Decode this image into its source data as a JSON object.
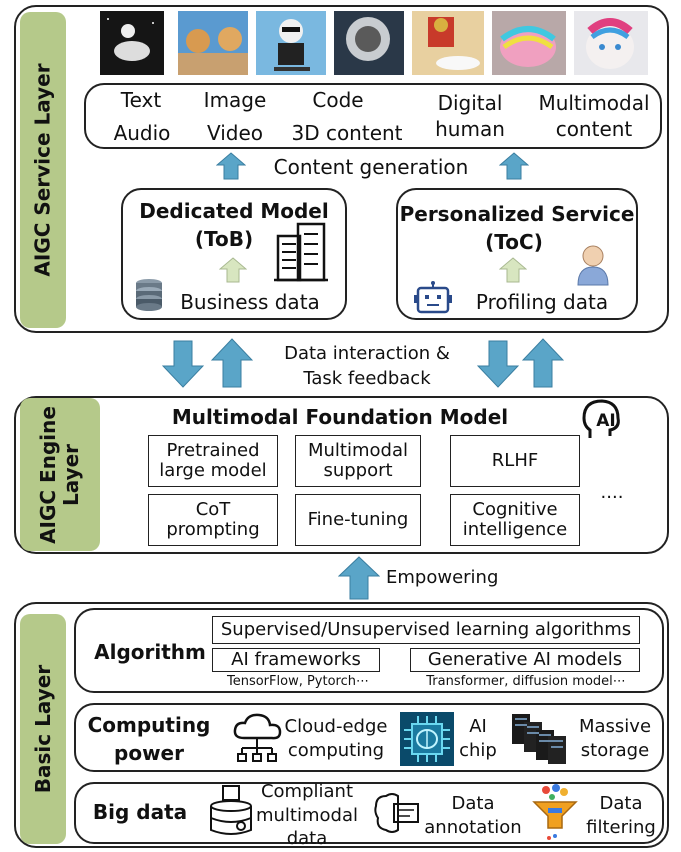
{
  "service_layer": {
    "label": "AIGC Service Layer",
    "content_types": {
      "text": "Text",
      "image": "Image",
      "code": "Code",
      "digital_human_1": "Digital",
      "digital_human_2": "human",
      "multimodal_1": "Multimodal",
      "multimodal_2": "content",
      "audio": "Audio",
      "video": "Video",
      "3d": "3D content"
    },
    "content_generation": "Content generation",
    "dedicated": {
      "title_1": "Dedicated Model",
      "title_2": "(ToB)",
      "data": "Business data"
    },
    "personalized": {
      "title_1": "Personalized Service",
      "title_2": "(ToC)",
      "data": "Profiling data"
    },
    "thumb_colors": [
      "#1a1a1a",
      "#4a8ac8",
      "#6aa8d8",
      "#5a6a7a",
      "#b84a2a",
      "#d88aa8",
      "#e0b0c0"
    ]
  },
  "interaction": {
    "line_1": "Data interaction &",
    "line_2": "Task feedback"
  },
  "engine_layer": {
    "label_1": "AIGC Engine",
    "label_2": "Layer",
    "title": "Multimodal Foundation Model",
    "ai_icon_text": "AI",
    "boxes": {
      "pretrained_1": "Pretrained",
      "pretrained_2": "large model",
      "multimodal_1": "Multimodal",
      "multimodal_2": "support",
      "rlhf": "RLHF",
      "cot_1": "CoT",
      "cot_2": "prompting",
      "finetune": "Fine-tuning",
      "cognitive_1": "Cognitive",
      "cognitive_2": "intelligence",
      "ellipsis": "...."
    }
  },
  "empowering": "Empowering",
  "basic_layer": {
    "label": "Basic Layer",
    "algorithm": {
      "title": "Algorithm",
      "supervised": "Supervised/Unsupervised learning algorithms",
      "frameworks": "AI frameworks",
      "frameworks_sub": "TensorFlow, Pytorch⋯",
      "generative": "Generative AI models",
      "generative_sub": "Transformer, diffusion model⋯"
    },
    "computing": {
      "title_1": "Computing",
      "title_2": "power",
      "cloud_1": "Cloud-edge",
      "cloud_2": "computing",
      "chip_1": "AI",
      "chip_2": "chip",
      "storage_1": "Massive",
      "storage_2": "storage"
    },
    "bigdata": {
      "title": "Big data",
      "compliant_1": "Compliant",
      "compliant_2": "multimodal",
      "compliant_3": "data",
      "annotation_1": "Data",
      "annotation_2": "annotation",
      "filtering_1": "Data",
      "filtering_2": "filtering"
    }
  },
  "colors": {
    "tab": "#b5c98a",
    "arrow": "#5aa5c8",
    "small_arrow": "#d8e6c0"
  }
}
